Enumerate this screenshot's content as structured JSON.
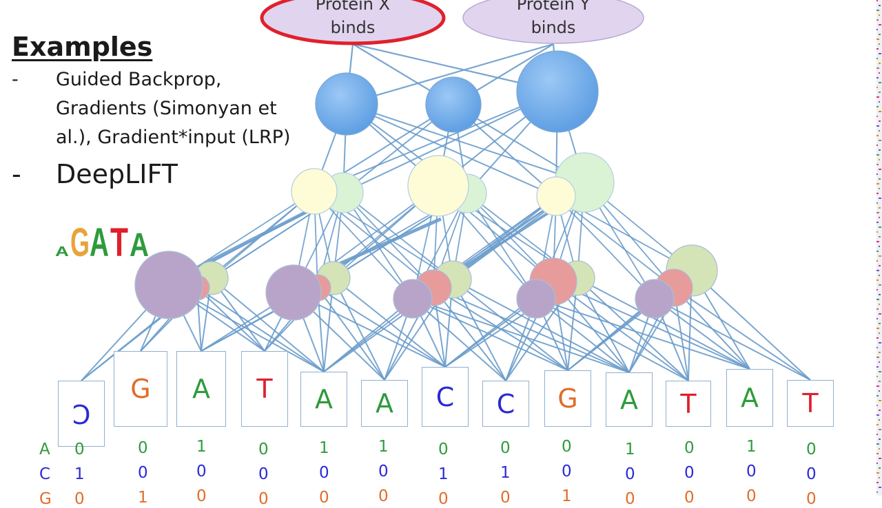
{
  "output_nodes": [
    {
      "label_line1": "Protein X",
      "label_line2": "binds",
      "highlighted": true
    },
    {
      "label_line1": "Protein Y",
      "label_line2": "binds",
      "highlighted": false
    }
  ],
  "examples": {
    "heading": "Examples",
    "items": [
      {
        "dash": "-",
        "lines": [
          "Guided Backprop,",
          "Gradients (Simonyan et",
          "al.), Gradient*input (LRP)"
        ]
      },
      {
        "dash": "-",
        "lines": [
          "DeepLIFT"
        ]
      }
    ]
  },
  "motif_logo": {
    "letters": [
      "A",
      "G",
      "A",
      "T",
      "A"
    ]
  },
  "sequence": [
    "C",
    "G",
    "A",
    "T",
    "A",
    "A",
    "C",
    "C",
    "G",
    "A",
    "T",
    "A",
    "T"
  ],
  "one_hot": {
    "rows": [
      {
        "label": "A",
        "values": [
          "0",
          "0",
          "1",
          "0",
          "1",
          "1",
          "0",
          "0",
          "0",
          "1",
          "0",
          "1",
          "0"
        ]
      },
      {
        "label": "C",
        "values": [
          "1",
          "0",
          "0",
          "0",
          "0",
          "0",
          "1",
          "1",
          "0",
          "0",
          "0",
          "0",
          "0"
        ]
      },
      {
        "label": "G",
        "values": [
          "0",
          "1",
          "0",
          "0",
          "0",
          "0",
          "0",
          "0",
          "1",
          "0",
          "0",
          "0",
          "0"
        ]
      }
    ]
  },
  "colors": {
    "A": "#2e9b3c",
    "C": "#2a2ad4",
    "G": "#e06d2a",
    "T": "#e01f2e",
    "connection": "#6a9ccb",
    "highlight_ring": "#e0212d",
    "output_fill": "#e0d4ef",
    "hidden3_fill": "#5f9fe3",
    "yellow_fill": "#fdfcd7",
    "green_fill": "#dbf3d5",
    "purple_fill": "#b9a4c9",
    "red_fill": "#e79b9b",
    "olive_fill": "#d5e4b6"
  }
}
